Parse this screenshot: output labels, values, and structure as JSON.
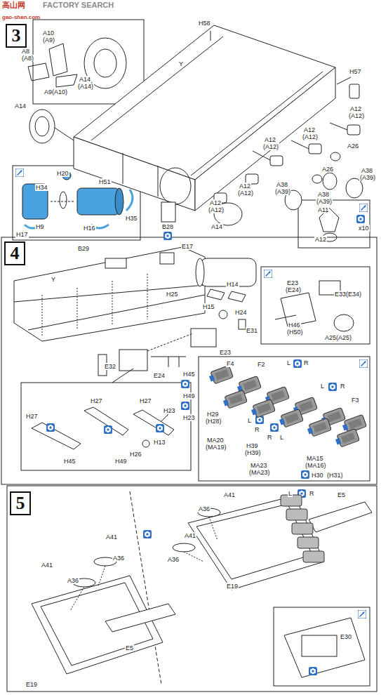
{
  "diagram": {
    "nodes": [
      {
        "text": [
          "3"
        ]
      },
      {
        "text": [
          "4"
        ]
      },
      {
        "text": [
          "5"
        ]
      }
    ],
    "labels": [
      "高山网",
      "FACTORY SEARCH",
      "gao-shan.com",
      "A10",
      "(A9)",
      "A8",
      "(A8)",
      "A9(A10)",
      "A14",
      "(A14)",
      "H58",
      "Y",
      "H57",
      "A14",
      "A12",
      "(A12)",
      "A12",
      "(A12)",
      "A12",
      "(A12)",
      "A26",
      "A26",
      "A38",
      "(A39)",
      "A38",
      "(A39)",
      "A38",
      "(A39)",
      "A12",
      "(A12)",
      "A12",
      "(A12)",
      "A14",
      "H20",
      "H34",
      "H51",
      "H9",
      "H17",
      "H16",
      "H35",
      "B28",
      "A11",
      "A12",
      "x10",
      "B29",
      "E17",
      "Y",
      "H25",
      "H14",
      "H15",
      "H24",
      "E31",
      "E23",
      "E23",
      "(E24)",
      "E33(E34)",
      "H46",
      "(H50)",
      "A25(A25)",
      "E32",
      "E24",
      "H45",
      "H49",
      "H23",
      "H27",
      "H27",
      "H27",
      "H23",
      "H13",
      "H26",
      "H45",
      "H49",
      "F4",
      "F2",
      "L",
      "R",
      "L",
      "R",
      "F3",
      "H29",
      "(H28)",
      "MA20",
      "(MA19)",
      "L",
      "R",
      "H39",
      "(H39)",
      "MA23",
      "(MA23)",
      "R",
      "L",
      "MA15",
      "(MA16)",
      "H30",
      "(H31)",
      "A41",
      "A36",
      "L",
      "R",
      "E5",
      "A41",
      "A36",
      "E19",
      "A41",
      "A36",
      "A41",
      "A36",
      "E5",
      "E19",
      "E30"
    ]
  }
}
